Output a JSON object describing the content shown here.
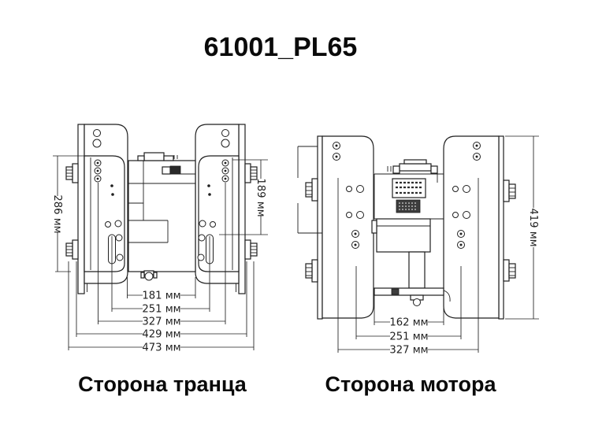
{
  "title": "61001_PL65",
  "ink_color": "#1f1f1f",
  "transom_view": {
    "caption": "Сторона транца",
    "height_dim_left": "286 мм",
    "height_dim_right": "189 мм",
    "width_dims": [
      "181 мм",
      "251 мм",
      "327 мм",
      "429 мм",
      "473 мм"
    ]
  },
  "motor_view": {
    "caption": "Сторона мотора",
    "height_dim_right": "419 мм",
    "width_dims": [
      "162 мм",
      "251 мм",
      "327 мм"
    ]
  }
}
